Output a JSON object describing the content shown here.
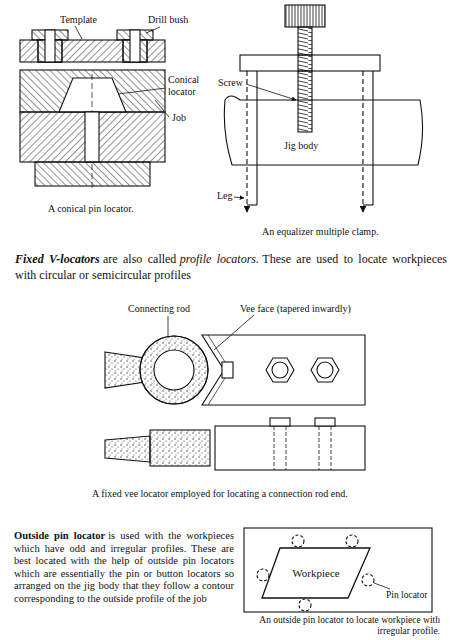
{
  "diagram": {
    "nodes": [
      {
        "text": [
          "Workpiece"
        ]
      }
    ],
    "labels": [
      "Template",
      "Drill bush",
      "Conical locator",
      "Job",
      "A conical pin locator.",
      "Screw",
      "Jig body",
      "Leg",
      "An equalizer multiple clamp.",
      "Fixed V-locators",
      "are also called",
      "profile locators.",
      "These are used to locate workpieces with circular or semicircular profiles",
      "Connecting rod",
      "Vee face (tapered inwardly)",
      "A fixed vee locator employed for locating a connection rod end.",
      "Outside pin locator",
      "is used with the workpieces which have odd and irregular profiles. These are best located with the help of outside pin locators which are essentially the pin or button locators so arranged on the jig body that they follow a contour corresponding to the outside profile of the job",
      "Pin locator",
      "An outside pin locator to locate workpiece with irregular profile."
    ]
  }
}
